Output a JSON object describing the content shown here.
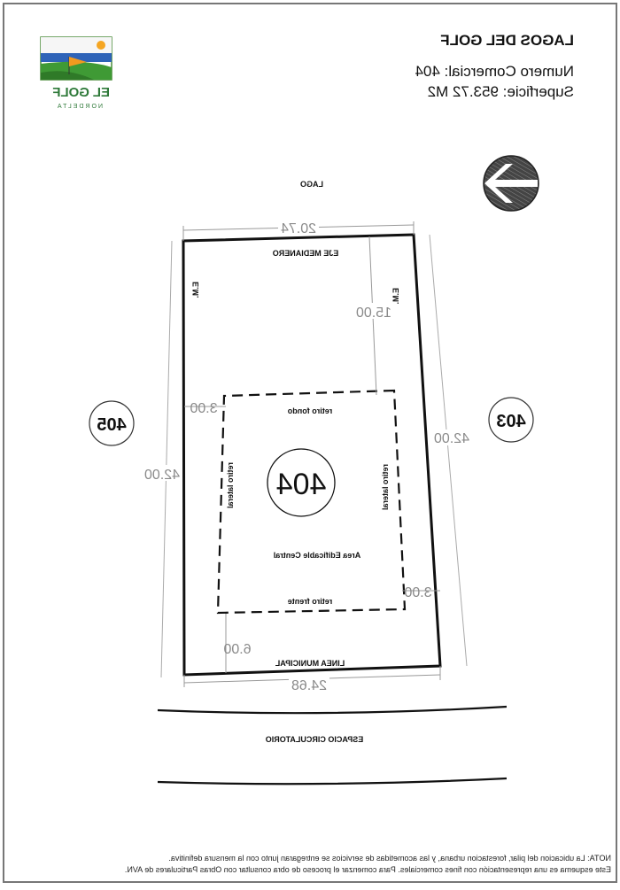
{
  "header": {
    "logo": {
      "name": "EL GOLF",
      "sub": "NORDELTA",
      "icon": "golf-flag-landscape-icon"
    },
    "title": "LAGOS DEL GOLF",
    "numero_label": "Numero Comercial: 404",
    "superficie_label": "Superficie: 953.72 M2"
  },
  "compass": {
    "icon": "north-arrow-icon"
  },
  "plan": {
    "top_label": "LAGO",
    "lot_number": "404",
    "neighbor_left": "405",
    "neighbor_right": "403",
    "rear_boundary": "EJE MEDIANERO",
    "front_boundary": "LINEA MUNICIPAL",
    "side_left_tag": "E.M.",
    "side_right_tag": "E.M.",
    "setbacks": {
      "rear": "retiro fondo",
      "front": "retiro frente",
      "side_left": "retiro lateral",
      "side_right": "retiro lateral"
    },
    "buildable_area": "Area Edificable Central",
    "street": "ESPACIO CIRCULATORIO",
    "dimensions": {
      "rear_width": "20.74",
      "front_width": "24.68",
      "left_depth": "42.00",
      "right_depth": "42.00",
      "rear_setback": "15.00",
      "front_setback": "6.00",
      "side_setback_left": "3.00",
      "side_setback_right": "3.00"
    }
  },
  "note": {
    "line1": "NOTA: La ubicacion del pilar, forestacion urbana, y las acometidas de servicios se entregaran junto con la mensura definitiva.",
    "line2": "Este esquema es una representación con fines comerciales. Para comenzar el proceso de obra consultar con Obras Particulares de AVN."
  },
  "colors": {
    "line": "#111111",
    "dim": "#8a8a8a",
    "sky": "#2e63b8",
    "grass": "#3f9a35",
    "flag": "#f29a1f"
  }
}
